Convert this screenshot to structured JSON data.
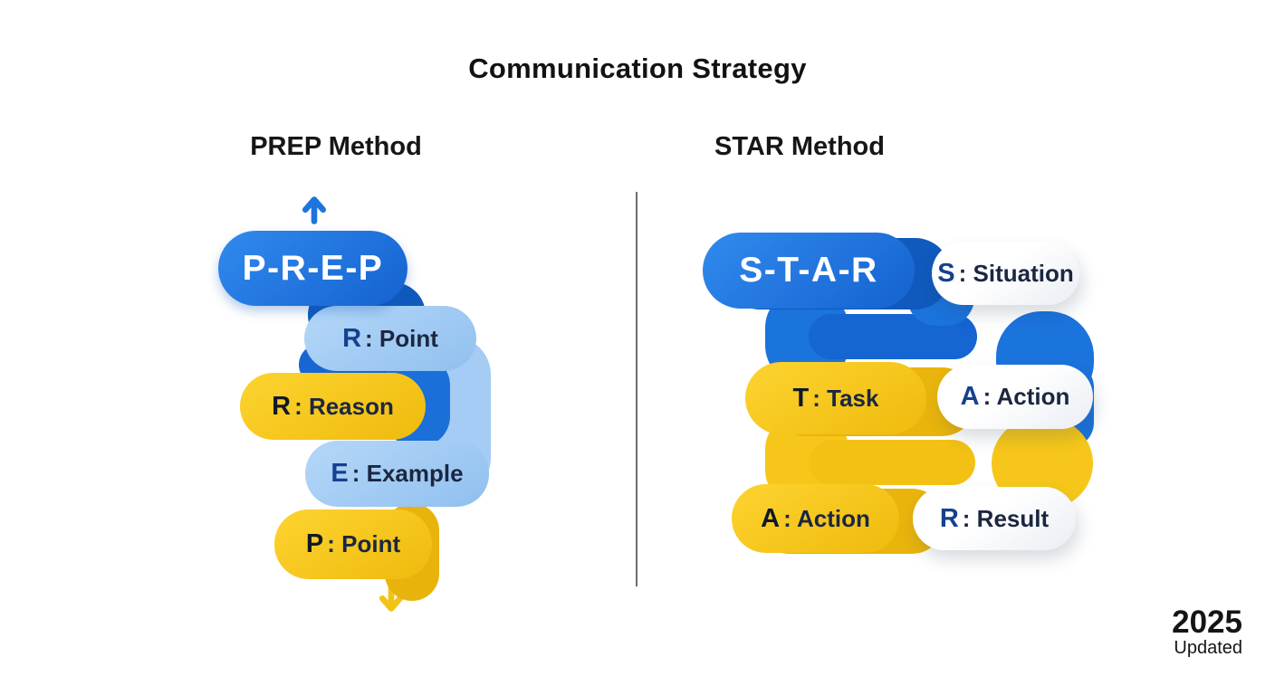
{
  "title": "Communication Strategy",
  "columns": {
    "prep": {
      "heading": "PREP Method",
      "header_pill": "P-R-E-P",
      "steps": [
        {
          "letter": "R",
          "rest": ": Point"
        },
        {
          "letter": "R",
          "rest": ": Reason"
        },
        {
          "letter": "E",
          "rest": ": Example"
        },
        {
          "letter": "P",
          "rest": ": Point"
        }
      ]
    },
    "star": {
      "heading": "STAR Method",
      "header_pill": "S-T-A-R",
      "steps": [
        {
          "letter": "S",
          "rest": ": Situation"
        },
        {
          "letter": "T",
          "rest": ": Task"
        },
        {
          "letter": "A",
          "rest": ": Action"
        },
        {
          "letter": "A",
          "rest": ": Action"
        },
        {
          "letter": "R",
          "rest": ": Result"
        }
      ]
    }
  },
  "icons": {
    "prep_top": "arrow-up",
    "prep_bottom": "arrow-down"
  },
  "footer": {
    "year": "2025",
    "note": "Updated"
  },
  "colors": {
    "background": "#ffffff",
    "blue": "#1b73dc",
    "dark_blue": "#0f5abc",
    "light_blue": "#a4ccf4",
    "yellow": "#f6c71a",
    "dark_yellow": "#e9b40c",
    "white_pill": "#ffffff",
    "navy_letter": "#15418e",
    "dark_text": "#1b2740",
    "title_text": "#121212",
    "divider": "#4a4a4a"
  }
}
